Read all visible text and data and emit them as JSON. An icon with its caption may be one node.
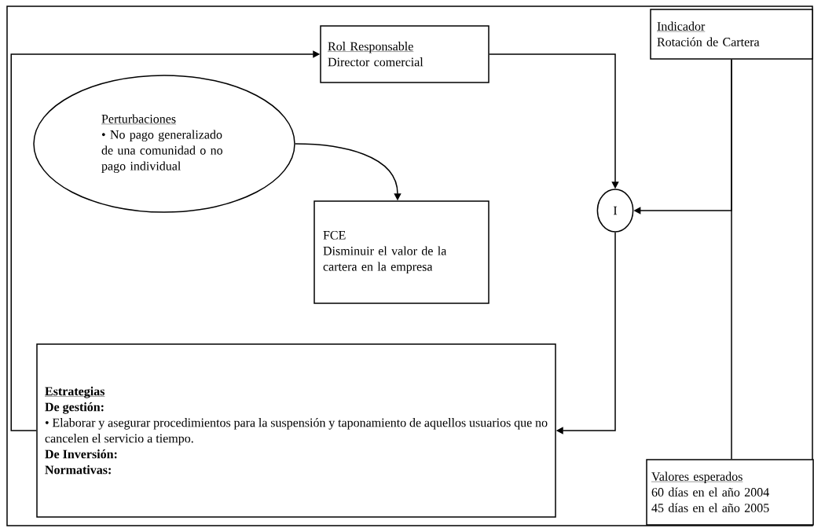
{
  "diagram": {
    "nodes": [
      {
        "text": [
          "Indicador",
          "Rotación de Cartera"
        ]
      },
      {
        "text": [
          "Rol Responsable",
          "Director comercial"
        ]
      },
      {
        "text": [
          "Perturbaciones",
          "• No pago generalizado de una comunidad o no pago individual"
        ]
      },
      {
        "text": [
          "FCE",
          "Disminuir el valor de la cartera en la empresa"
        ]
      },
      {
        "text": [
          "I"
        ]
      },
      {
        "text": [
          "Estrategias",
          "De gestión:",
          "• Elaborar y asegurar procedimientos para la suspensión y taponamiento de aquellos usuarios que no cancelen el servicio a tiempo.",
          "De Inversión:",
          "Normativas:"
        ]
      },
      {
        "text": [
          "Valores esperados",
          "60 días en el año 2004",
          "45 días en el año 2005"
        ]
      }
    ],
    "edges": [
      {
        "from": 1,
        "to": 4,
        "arrow": "to"
      },
      {
        "from": 0,
        "to": 4,
        "arrow": "to"
      },
      {
        "from": 0,
        "to": 6,
        "arrow": "none"
      },
      {
        "from": 4,
        "to": 5,
        "arrow": "to"
      },
      {
        "from": 5,
        "to": 1,
        "arrow": "to"
      },
      {
        "from": 2,
        "to": 3,
        "arrow": "to"
      }
    ]
  }
}
